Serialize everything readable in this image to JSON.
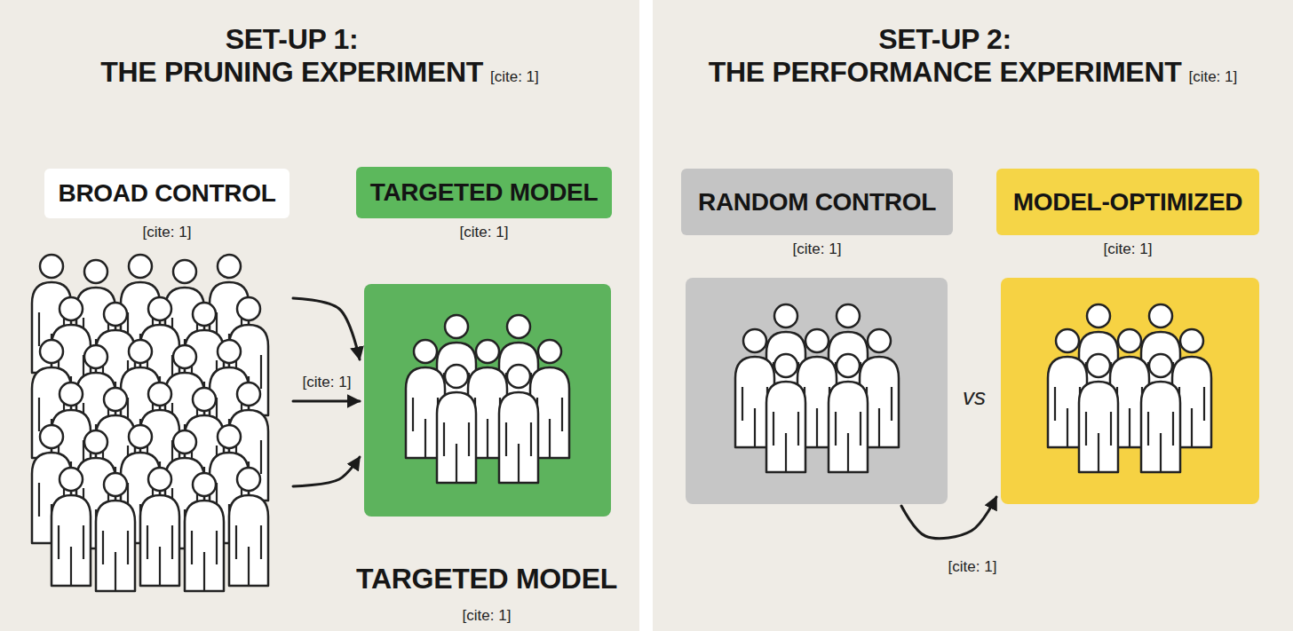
{
  "diagram": {
    "nodes": [
      {
        "text": [
          "SET-UP 1: THE PRUNING EXPERIMENT",
          "[cite: 1]"
        ]
      },
      {
        "text": [
          "BROAD CONTROL",
          "[cite: 1]"
        ],
        "in": 0
      },
      {
        "text": [
          "TARGETED MODEL",
          "[cite: 1]"
        ],
        "in": 0
      },
      {
        "text": [
          "SET-UP 2: THE PERFORMANCE EXPERIMENT",
          "[cite: 1]"
        ]
      },
      {
        "text": [
          "RANDOM CONTROL",
          "[cite: 1]"
        ],
        "in": 3
      },
      {
        "text": [
          "MODEL-OPTIMIZED",
          "[cite: 1]"
        ],
        "in": 3
      }
    ],
    "edges": [
      {
        "from": 1,
        "to": 2,
        "arrow": "to"
      },
      {
        "from": 1,
        "to": 2,
        "arrow": "to",
        "label": "[cite: 1]"
      },
      {
        "from": 1,
        "to": 2,
        "arrow": "to"
      },
      {
        "from": 4,
        "to": 5,
        "arrow": "to",
        "label": "[cite: 1]"
      }
    ],
    "labels": [
      "TARGETED MODEL",
      "[cite: 1]",
      "vs"
    ]
  }
}
